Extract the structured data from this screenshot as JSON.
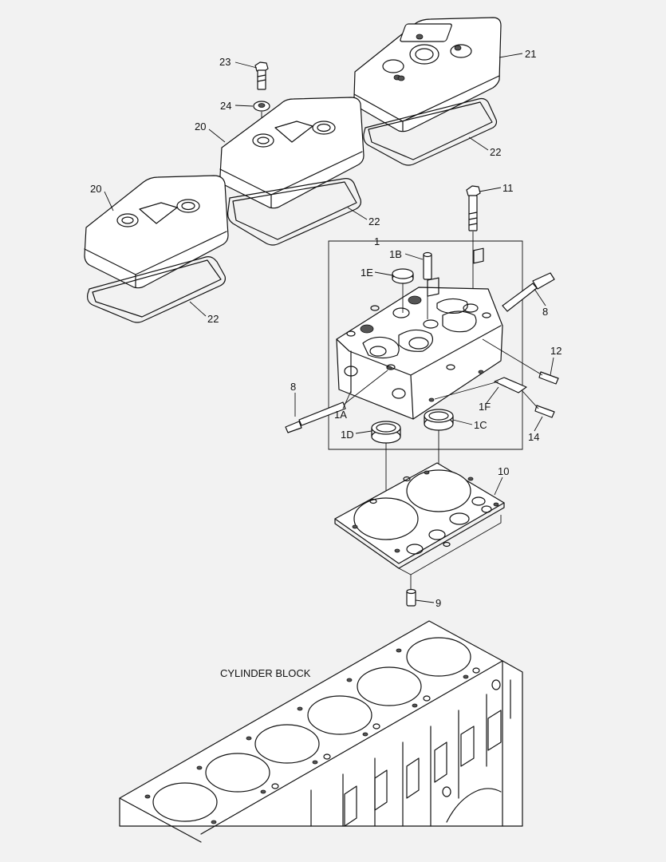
{
  "diagram": {
    "block_label": "CYLINDER BLOCK",
    "callouts": {
      "c23": "23",
      "c24": "24",
      "c21": "21",
      "c20a": "20",
      "c20b": "20",
      "c22a": "22",
      "c22b": "22",
      "c22c": "22",
      "c11": "11",
      "c1": "1",
      "c1B": "1B",
      "c1E": "1E",
      "c8a": "8",
      "c8b": "8",
      "c12": "12",
      "c1A": "1A",
      "c1F": "1F",
      "c14": "14",
      "c1D": "1D",
      "c1C": "1C",
      "c10": "10",
      "c9": "9"
    },
    "colors": {
      "line": "#111111",
      "background": "#f2f2f2",
      "part_fill": "#ffffff"
    }
  }
}
